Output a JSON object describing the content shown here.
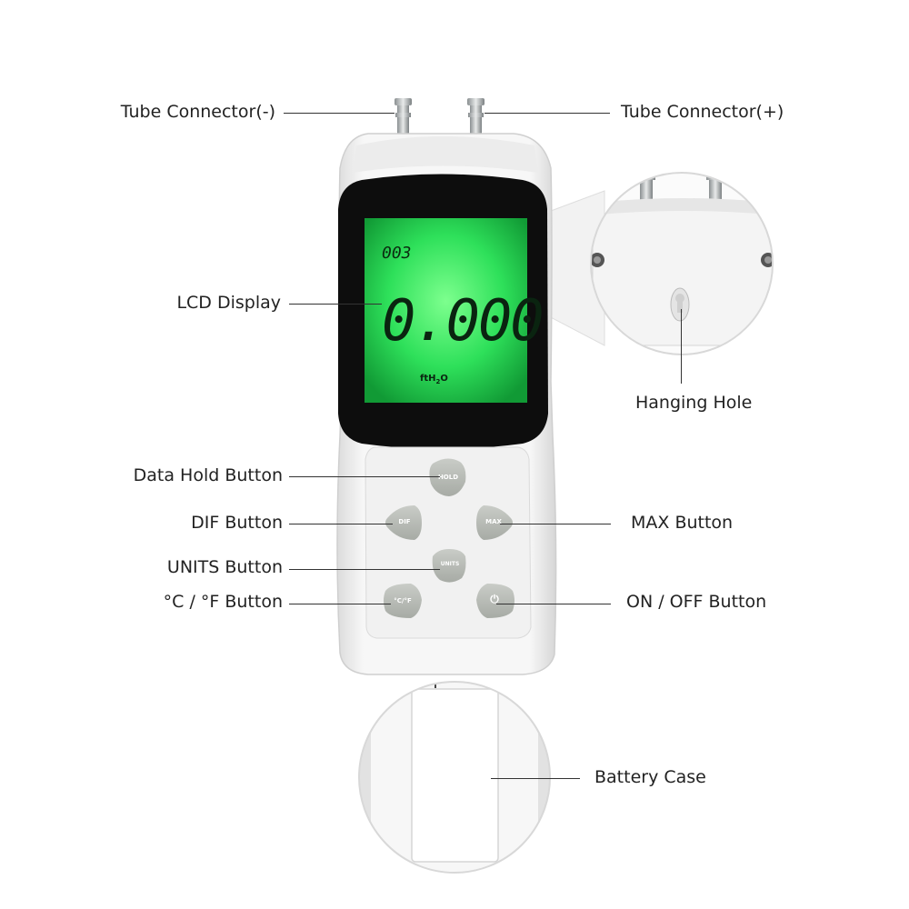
{
  "labels": {
    "tube_minus": "Tube Connector(-)",
    "tube_plus": "Tube Connector(+)",
    "lcd": "LCD Display",
    "hanging_hole": "Hanging Hole",
    "data_hold": "Data Hold Button",
    "dif": "DIF Button",
    "max": "MAX Button",
    "units": "UNITS Button",
    "temp": "°C / °F Button",
    "onoff": "ON / OFF Button",
    "battery": "Battery Case"
  },
  "display": {
    "counter": "003",
    "reading": "0.000",
    "unit": "ftH",
    "unit_sub": "2",
    "unit_end": "O"
  },
  "buttons": {
    "hold": "HOLD",
    "dif": "DIF",
    "max": "MAX",
    "units": "UNITS",
    "temp": "°C/°F",
    "power": "⏻"
  },
  "colors": {
    "lcd_green": "#2ee05a",
    "device_body": "#f4f4f4",
    "button_grey": "#b9bdb7"
  }
}
